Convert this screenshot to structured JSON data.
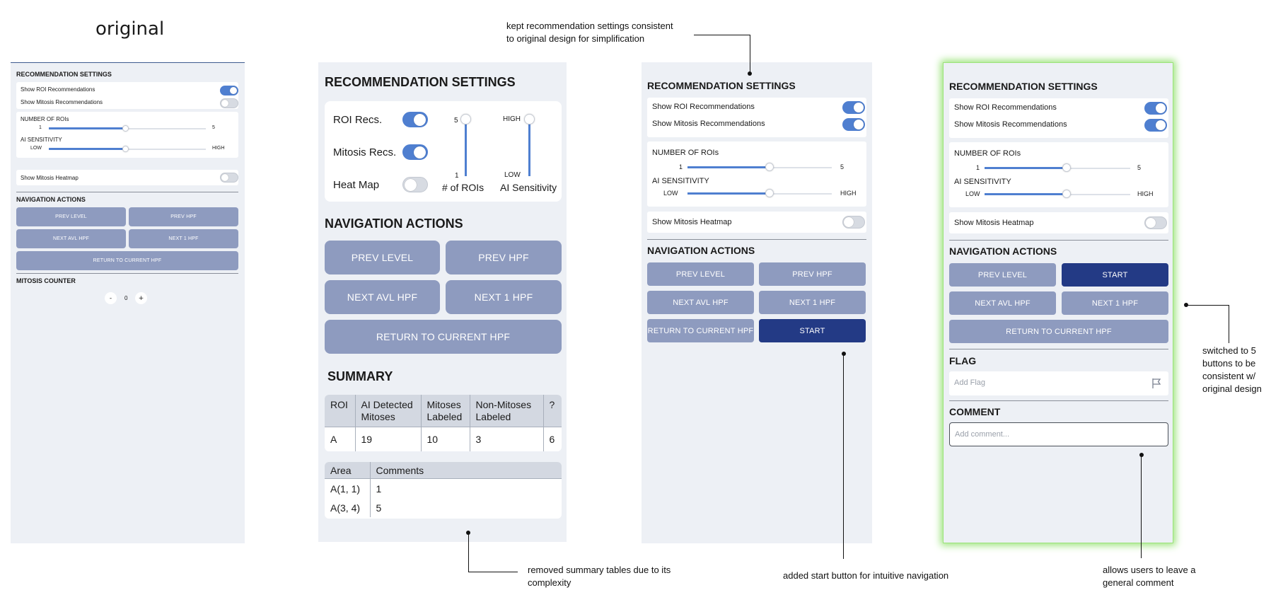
{
  "heading": "original",
  "annotations": {
    "kept": "kept recommendation settings consistent\nto original design for simplification",
    "removed": "removed summary tables due to its\ncomplexity",
    "start": "added start button for intuitive navigation",
    "switched": "switched to 5\nbuttons to be\nconsistent w/\noriginal design",
    "comment": "allows users to leave a\ngeneral comment"
  },
  "colors": {
    "panel": "#edf0f5",
    "button": "#8e9bbf",
    "button_dark": "#233a85",
    "toggle_on": "#4f7fd0",
    "highlight": "#9be37a"
  },
  "original": {
    "rec_title": "RECOMMENDATION SETTINGS",
    "show_roi": "Show ROI Recommendations",
    "show_mitosis": "Show Mitosis Recommendations",
    "num_rois": "NUMBER OF ROIs",
    "num_min": "1",
    "num_max": "5",
    "ai_sens": "AI SENSITIVITY",
    "low": "LOW",
    "high": "HIGH",
    "heatmap": "Show Mitosis Heatmap",
    "nav_title": "NAVIGATION ACTIONS",
    "prev_level": "PREV LEVEL",
    "prev_hpf": "PREV HPF",
    "next_avl": "NEXT AVL HPF",
    "next_1": "NEXT 1 HPF",
    "return": "RETURN TO CURRENT HPF",
    "counter_title": "MITOSIS COUNTER",
    "minus": "-",
    "count": "0",
    "plus": "+"
  },
  "v1": {
    "rec_title": "RECOMMENDATION SETTINGS",
    "roi_recs": "ROI Recs.",
    "mitosis_recs": "Mitosis Recs.",
    "heat_map": "Heat Map",
    "s1_top": "5",
    "s1_bottom": "1",
    "s1_label": "# of ROIs",
    "s2_top": "HIGH",
    "s2_bottom": "LOW",
    "s2_label": "AI Sensitivity",
    "nav_title": "NAVIGATION ACTIONS",
    "prev_level": "PREV LEVEL",
    "prev_hpf": "PREV HPF",
    "next_avl": "NEXT AVL HPF",
    "next_1": "NEXT 1 HPF",
    "return": "RETURN TO CURRENT HPF",
    "summary_title": "SUMMARY",
    "table1": {
      "headers": [
        "ROI",
        "AI Detected\nMitoses",
        "Mitoses\nLabeled",
        "Non-Mitoses\nLabeled",
        "?"
      ],
      "row": [
        "A",
        "19",
        "10",
        "3",
        "6"
      ]
    },
    "table2": {
      "headers": [
        "Area",
        "Comments"
      ],
      "rows": [
        [
          "A(1, 1)",
          "1"
        ],
        [
          "A(3, 4)",
          "5"
        ]
      ]
    }
  },
  "v2": {
    "rec_title": "RECOMMENDATION SETTINGS",
    "show_roi": "Show ROI Recommendations",
    "show_mitosis": "Show Mitosis Recommendations",
    "num_rois": "NUMBER OF ROIs",
    "num_min": "1",
    "num_max": "5",
    "ai_sens": "AI SENSITIVITY",
    "low": "LOW",
    "high": "HIGH",
    "heatmap": "Show Mitosis Heatmap",
    "nav_title": "NAVIGATION ACTIONS",
    "prev_level": "PREV LEVEL",
    "prev_hpf": "PREV HPF",
    "next_avl": "NEXT AVL HPF",
    "next_1": "NEXT 1 HPF",
    "return": "RETURN TO CURRENT HPF",
    "start": "START"
  },
  "v3": {
    "rec_title": "RECOMMENDATION SETTINGS",
    "show_roi": "Show ROI Recommendations",
    "show_mitosis": "Show Mitosis Recommendations",
    "num_rois": "NUMBER OF ROIs",
    "num_min": "1",
    "num_max": "5",
    "ai_sens": "AI SENSITIVITY",
    "low": "LOW",
    "high": "HIGH",
    "heatmap": "Show Mitosis Heatmap",
    "nav_title": "NAVIGATION ACTIONS",
    "prev_level": "PREV LEVEL",
    "start": "START",
    "next_avl": "NEXT AVL HPF",
    "next_1": "NEXT 1 HPF",
    "return": "RETURN TO CURRENT HPF",
    "flag_title": "FLAG",
    "flag_placeholder": "Add Flag",
    "comment_title": "COMMENT",
    "comment_placeholder": "Add comment..."
  }
}
